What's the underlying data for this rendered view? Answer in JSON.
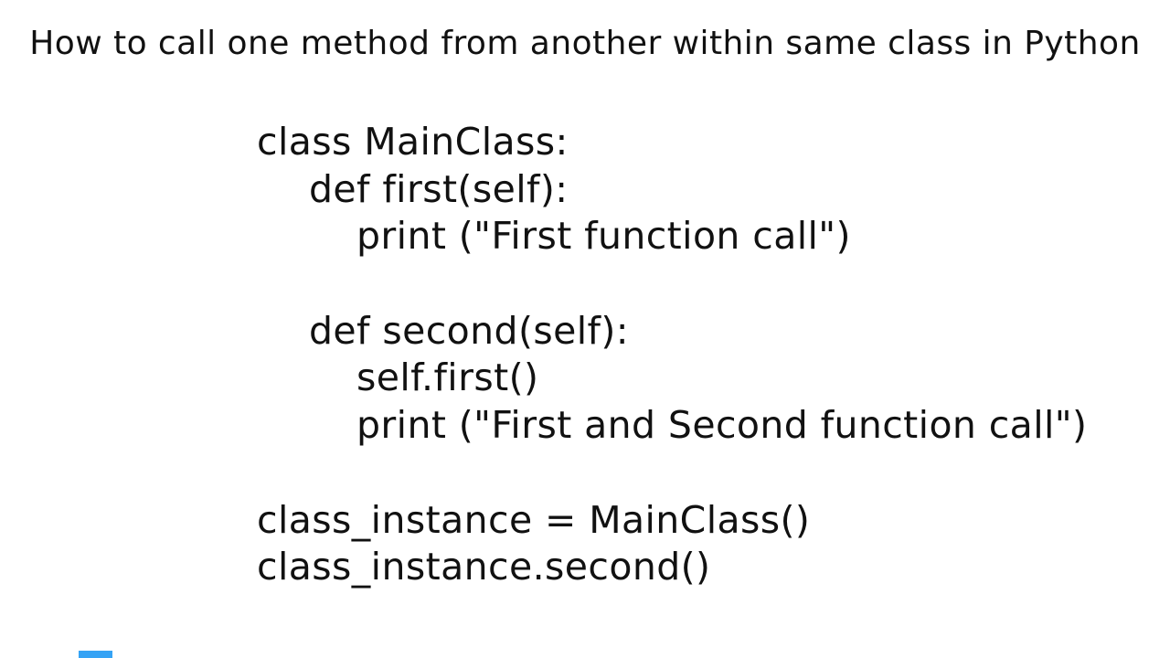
{
  "page": {
    "background": "#ffffff",
    "text_color": "#111111",
    "accent_color": "#35a3f5"
  },
  "title": "How to call one method from another within same class in Python",
  "code": {
    "lines": [
      {
        "text": "class MainClass:",
        "indent": 0
      },
      {
        "text": "def first(self):",
        "indent": 1
      },
      {
        "text": "print (\"First function call\")",
        "indent": 2
      },
      {
        "text": "",
        "indent": 0
      },
      {
        "text": "def second(self):",
        "indent": 1
      },
      {
        "text": "self.first()",
        "indent": 2
      },
      {
        "text": "print (\"First and Second function call\")",
        "indent": 2
      },
      {
        "text": "",
        "indent": 0
      },
      {
        "text": "class_instance = MainClass()",
        "indent": 0
      },
      {
        "text": "class_instance.second()",
        "indent": 0
      }
    ]
  },
  "progress_bar": {
    "color": "#35a3f5"
  }
}
